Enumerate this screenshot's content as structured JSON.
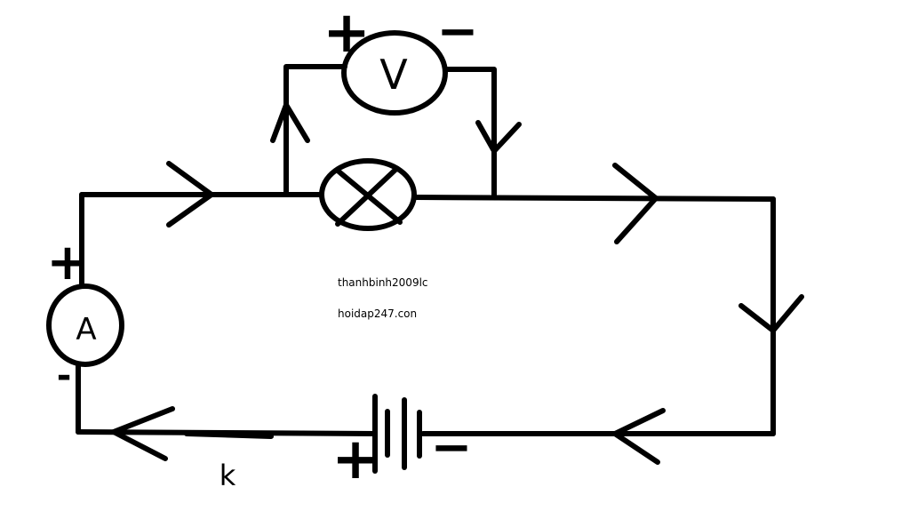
{
  "diagram": {
    "voltmeter_symbol": "V",
    "ammeter_symbol": "A",
    "voltmeter_plus": "+",
    "voltmeter_minus": "−",
    "ammeter_plus": "+",
    "ammeter_minus": "-",
    "battery_plus": "+",
    "battery_minus": "−",
    "switch_label": "k",
    "watermark_user": "thanhbinh2009lc",
    "watermark_site": "hoidap247.con",
    "lamp_icon": "lamp-cross-icon",
    "battery_icon": "battery-cells-icon",
    "arrow_icon": "current-arrow-icon",
    "line_color": "#000000",
    "background_color": "#ffffff"
  }
}
